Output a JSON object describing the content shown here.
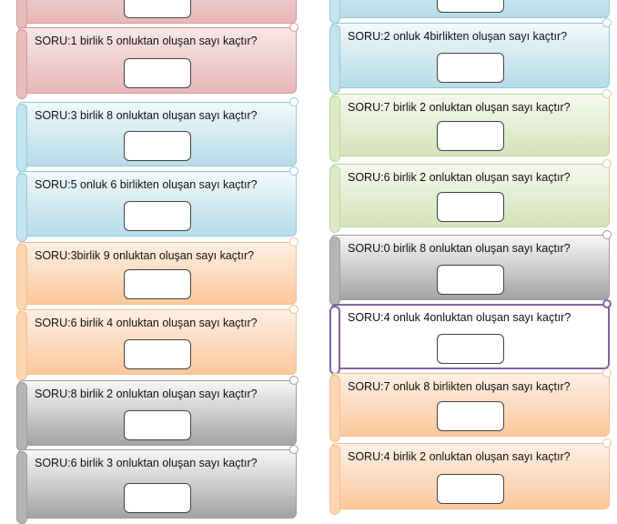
{
  "left_column": [
    {
      "theme": "red",
      "text": ""
    },
    {
      "theme": "red",
      "text": "SORU:1 birlik 5 onluktan oluşan sayı kaçtır?"
    },
    {
      "theme": "blue",
      "text": "SORU:3 birlik 8 onluktan oluşan sayı kaçtır?"
    },
    {
      "theme": "blue",
      "text": "SORU:5 onluk 6 birlikten  oluşan sayı kaçtır?"
    },
    {
      "theme": "orange",
      "text": "SORU:3birlik 9 onluktan oluşan sayı kaçtır?"
    },
    {
      "theme": "orange",
      "text": "SORU:6 birlik 4 onluktan oluşan sayı kaçtır?"
    },
    {
      "theme": "gray",
      "text": "SORU:8 birlik 2 onluktan oluşan sayı kaçtır?"
    },
    {
      "theme": "gray",
      "text": "SORU:6 birlik 3 onluktan oluşan sayı kaçtır?"
    }
  ],
  "right_column": [
    {
      "theme": "blue",
      "text": ""
    },
    {
      "theme": "blue",
      "text": "SORU:2 onluk  4birlikten oluşan sayı kaçtır?"
    },
    {
      "theme": "green",
      "text": "SORU:7 birlik 2 onluktan oluşan sayı kaçtır?"
    },
    {
      "theme": "green",
      "text": "SORU:6  birlik 2 onluktan oluşan sayı kaçtır?"
    },
    {
      "theme": "gray",
      "text": "SORU:0 birlik 8 onluktan oluşan sayı kaçtır?"
    },
    {
      "theme": "purple",
      "text": "SORU:4 onluk 4onluktan oluşan sayı kaçtır?"
    },
    {
      "theme": "orange",
      "text": "SORU:7 onluk  8 birlikten  oluşan sayı kaçtır?"
    },
    {
      "theme": "orange",
      "text": "SORU:4 birlik 2 onluktan oluşan sayı kaçtır?"
    }
  ]
}
